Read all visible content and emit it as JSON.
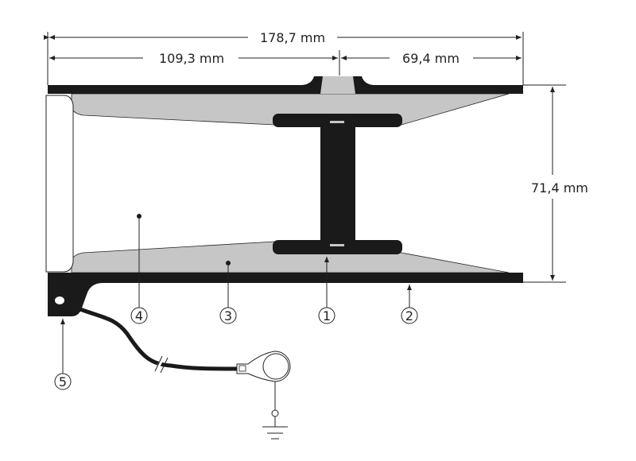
{
  "dimensions": {
    "overall_length": "178,7 mm",
    "left_length": "109,3 mm",
    "right_length": "69,4 mm",
    "height": "71,4 mm"
  },
  "callouts": [
    "1",
    "2",
    "3",
    "4",
    "5"
  ],
  "colors": {
    "black": "#1a1a1a",
    "gray": "#c6c6c6",
    "line": "#222222"
  }
}
